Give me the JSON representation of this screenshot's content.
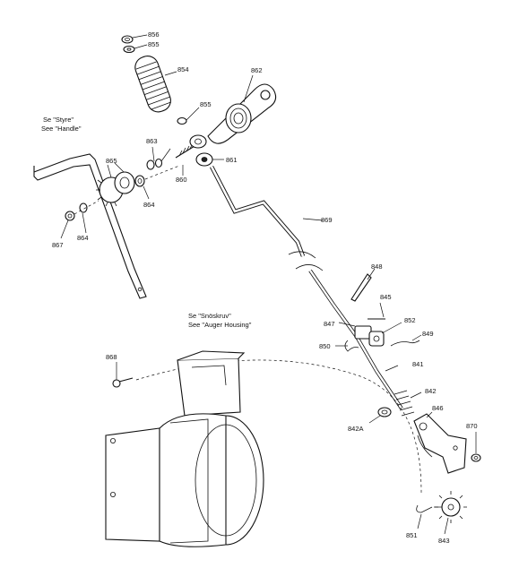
{
  "diagram": {
    "notes": {
      "handle_sv": "Se \"Styre\"",
      "handle_en": "See \"Handle\"",
      "auger_sv": "Se \"Snöskruv\"",
      "auger_en": "See \"Auger Housing\""
    },
    "callouts": {
      "p856": "856",
      "p855_top": "855",
      "p854": "854",
      "p862": "862",
      "p855_mid": "855",
      "p863": "863",
      "p865": "865",
      "p860": "860",
      "p861": "861",
      "p864_right": "864",
      "p869": "869",
      "p867": "867",
      "p864_left": "864",
      "p848": "848",
      "p845": "845",
      "p847": "847",
      "p852": "852",
      "p850": "850",
      "p849": "849",
      "p868": "868",
      "p841": "841",
      "p842": "842",
      "p842A": "842A",
      "p846": "846",
      "p870": "870",
      "p851": "851",
      "p843": "843"
    }
  }
}
